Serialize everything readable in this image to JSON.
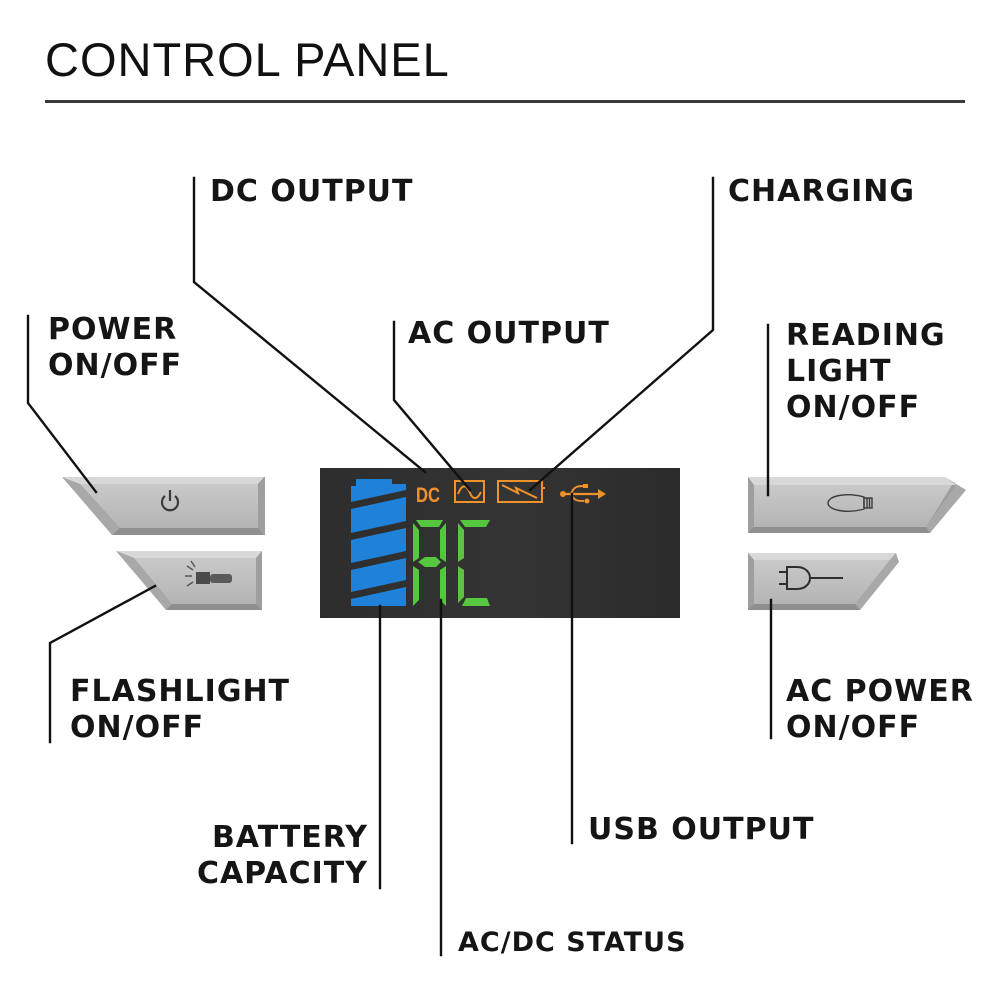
{
  "title": "CONTROL PANEL",
  "labels": {
    "dc_output": "DC OUTPUT",
    "charging": "CHARGING",
    "ac_output": "AC OUTPUT",
    "power": "POWER\nON/OFF",
    "reading_light": "READING\nLIGHT\nON/OFF",
    "flashlight": "FLASHLIGHT\nON/OFF",
    "ac_power": "AC POWER\nON/OFF",
    "battery": "BATTERY\nCAPACITY",
    "usb_output": "USB OUTPUT",
    "acdc_status": "AC/DC STATUS"
  },
  "buttons": [
    {
      "name": "power-button",
      "icon": "power-icon"
    },
    {
      "name": "flashlight-button",
      "icon": "flashlight-icon"
    },
    {
      "name": "reading-light-button",
      "icon": "lightbulb-icon"
    },
    {
      "name": "ac-power-button",
      "icon": "plug-icon"
    }
  ],
  "display": {
    "dc_indicator": "DC",
    "status_text": "AC",
    "icons": [
      "ac-wave-icon",
      "charging-bolt-icon",
      "usb-icon"
    ],
    "battery_bars": 4,
    "colors": {
      "indicator": "#f0922a",
      "battery": "#1f82d8",
      "status": "#55c63e",
      "screen": "#303030"
    }
  }
}
